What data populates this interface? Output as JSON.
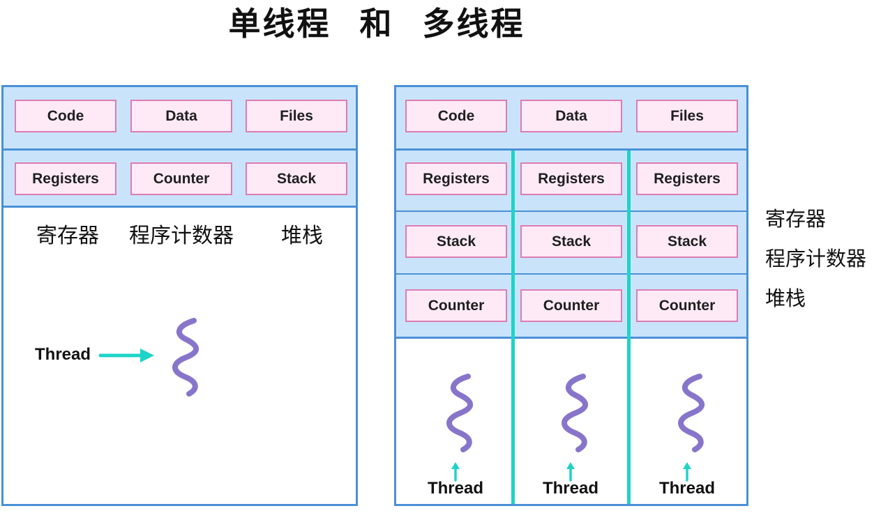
{
  "title": "单线程 和 多线程",
  "colors": {
    "panel_fill_blue": "#c9e4fa",
    "panel_border_blue": "#4a90d8",
    "cell_fill_pink": "#fdeaf6",
    "cell_border_pink": "#dd7cb2",
    "teal_accent": "#1ed4c8",
    "thread_purple": "#8875cb",
    "text": "#111111"
  },
  "left_panel": {
    "name": "single-threaded process",
    "shared": [
      "Code",
      "Data",
      "Files"
    ],
    "thread_state": [
      "Registers",
      "Counter",
      "Stack"
    ],
    "annotation": [
      "寄存器",
      "程序计数器",
      "堆栈"
    ],
    "thread_label": "Thread"
  },
  "right_panel": {
    "name": "multi-threaded process",
    "shared": [
      "Code",
      "Data",
      "Files"
    ],
    "registers_row": [
      "Registers",
      "Registers",
      "Registers"
    ],
    "stack_row": [
      "Stack",
      "Stack",
      "Stack"
    ],
    "counter_row": [
      "Counter",
      "Counter",
      "Counter"
    ],
    "thread_labels": [
      "Thread",
      "Thread",
      "Thread"
    ]
  },
  "side_note": [
    "寄存器",
    "程序计数器",
    "堆栈"
  ]
}
